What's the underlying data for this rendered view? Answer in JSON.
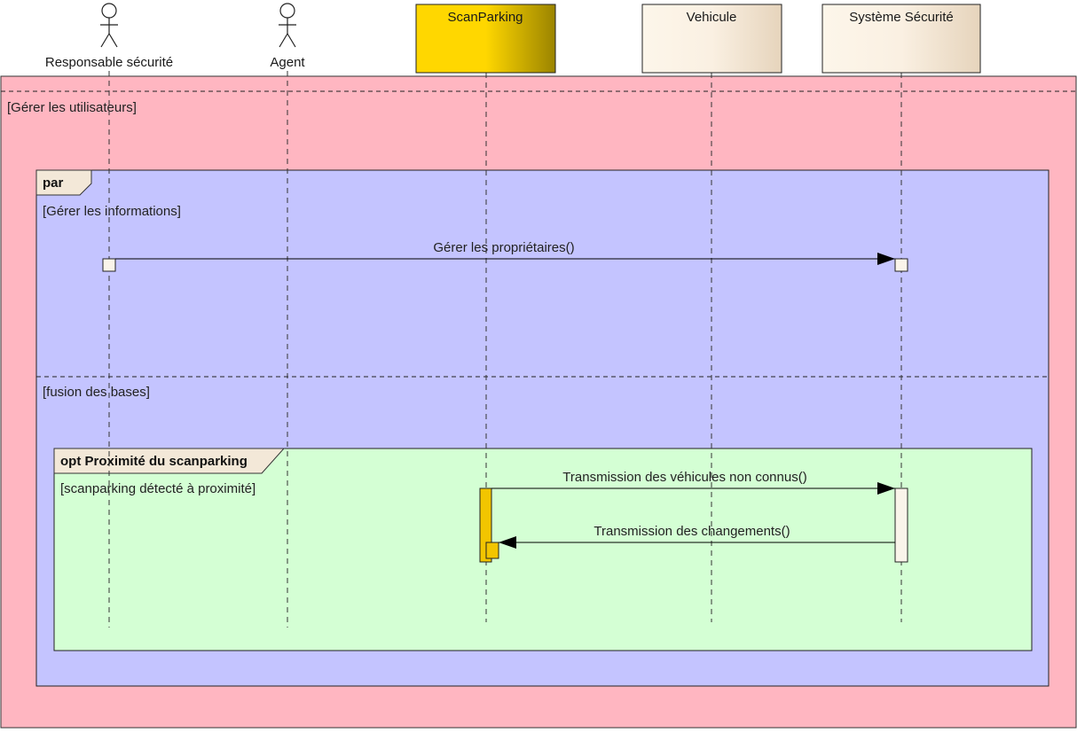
{
  "actors": [
    {
      "id": "responsable",
      "label": "Responsable sécurité"
    },
    {
      "id": "agent",
      "label": "Agent"
    }
  ],
  "objects": [
    {
      "id": "scanparking",
      "label": "ScanParking"
    },
    {
      "id": "vehicule",
      "label": "Vehicule"
    },
    {
      "id": "systeme",
      "label": "Système Sécurité"
    }
  ],
  "outer_fragment": {
    "guards": [
      "[Gérer les utilisateurs]"
    ]
  },
  "par_fragment": {
    "operator": "par",
    "guards": [
      "[Gérer les informations]",
      "[fusion des bases]"
    ]
  },
  "opt_fragment": {
    "operator": "opt Proximité du scanparking",
    "guard": "[scanparking détecté à proximité]"
  },
  "messages": [
    {
      "label": "Gérer les propriétaires()",
      "from": "responsable",
      "to": "systeme"
    },
    {
      "label": "Transmission des véhicules non connus()",
      "from": "scanparking",
      "to": "systeme"
    },
    {
      "label": "Transmission des changements()",
      "from": "systeme",
      "to": "scanparking"
    }
  ],
  "colors": {
    "outer_fill": "#FFB6C1",
    "par_fill": "#C4C4FF",
    "opt_fill": "#D4FFD4",
    "tag_fill": "#F3E8D8",
    "scanparking_gradient": [
      "#FFD700",
      "#9B8400"
    ],
    "object_gradient": [
      "#FDF6EA",
      "#EAD9C3"
    ],
    "activation_light": "#FAF4EA",
    "activation_yellow": "#F2C500"
  }
}
